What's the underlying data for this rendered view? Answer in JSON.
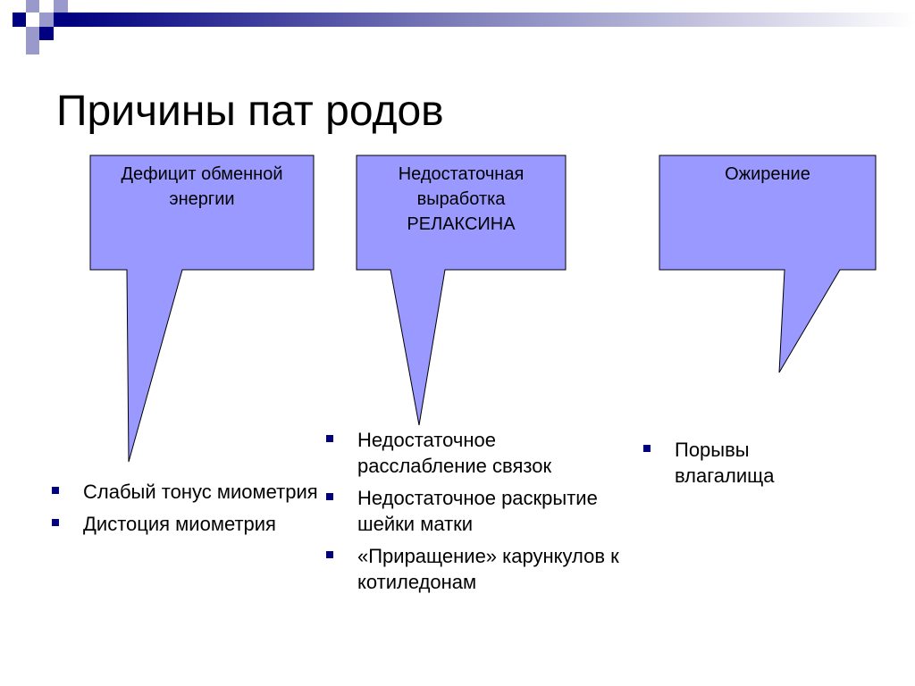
{
  "slide": {
    "title": "Причины пат родов",
    "colors": {
      "callout_fill": "#9999FF",
      "callout_stroke": "#000000",
      "bullet": "#000080",
      "deco_dark": "#000080",
      "deco_light": "#9999CC"
    },
    "causes": [
      {
        "label": "Дефицит обменной энергии",
        "effects": [
          "Слабый тонус миометрия",
          "Дистоция миометрия"
        ]
      },
      {
        "label": "Недостаточная выработка РЕЛАКСИНА",
        "effects": [
          "Недостаточное расслабление связок",
          "Недостаточное раскрытие шейки матки",
          "«Приращение» карункулов к котиледонам"
        ]
      },
      {
        "label": "Ожирение",
        "effects": [
          "Порывы влагалища"
        ]
      }
    ]
  }
}
